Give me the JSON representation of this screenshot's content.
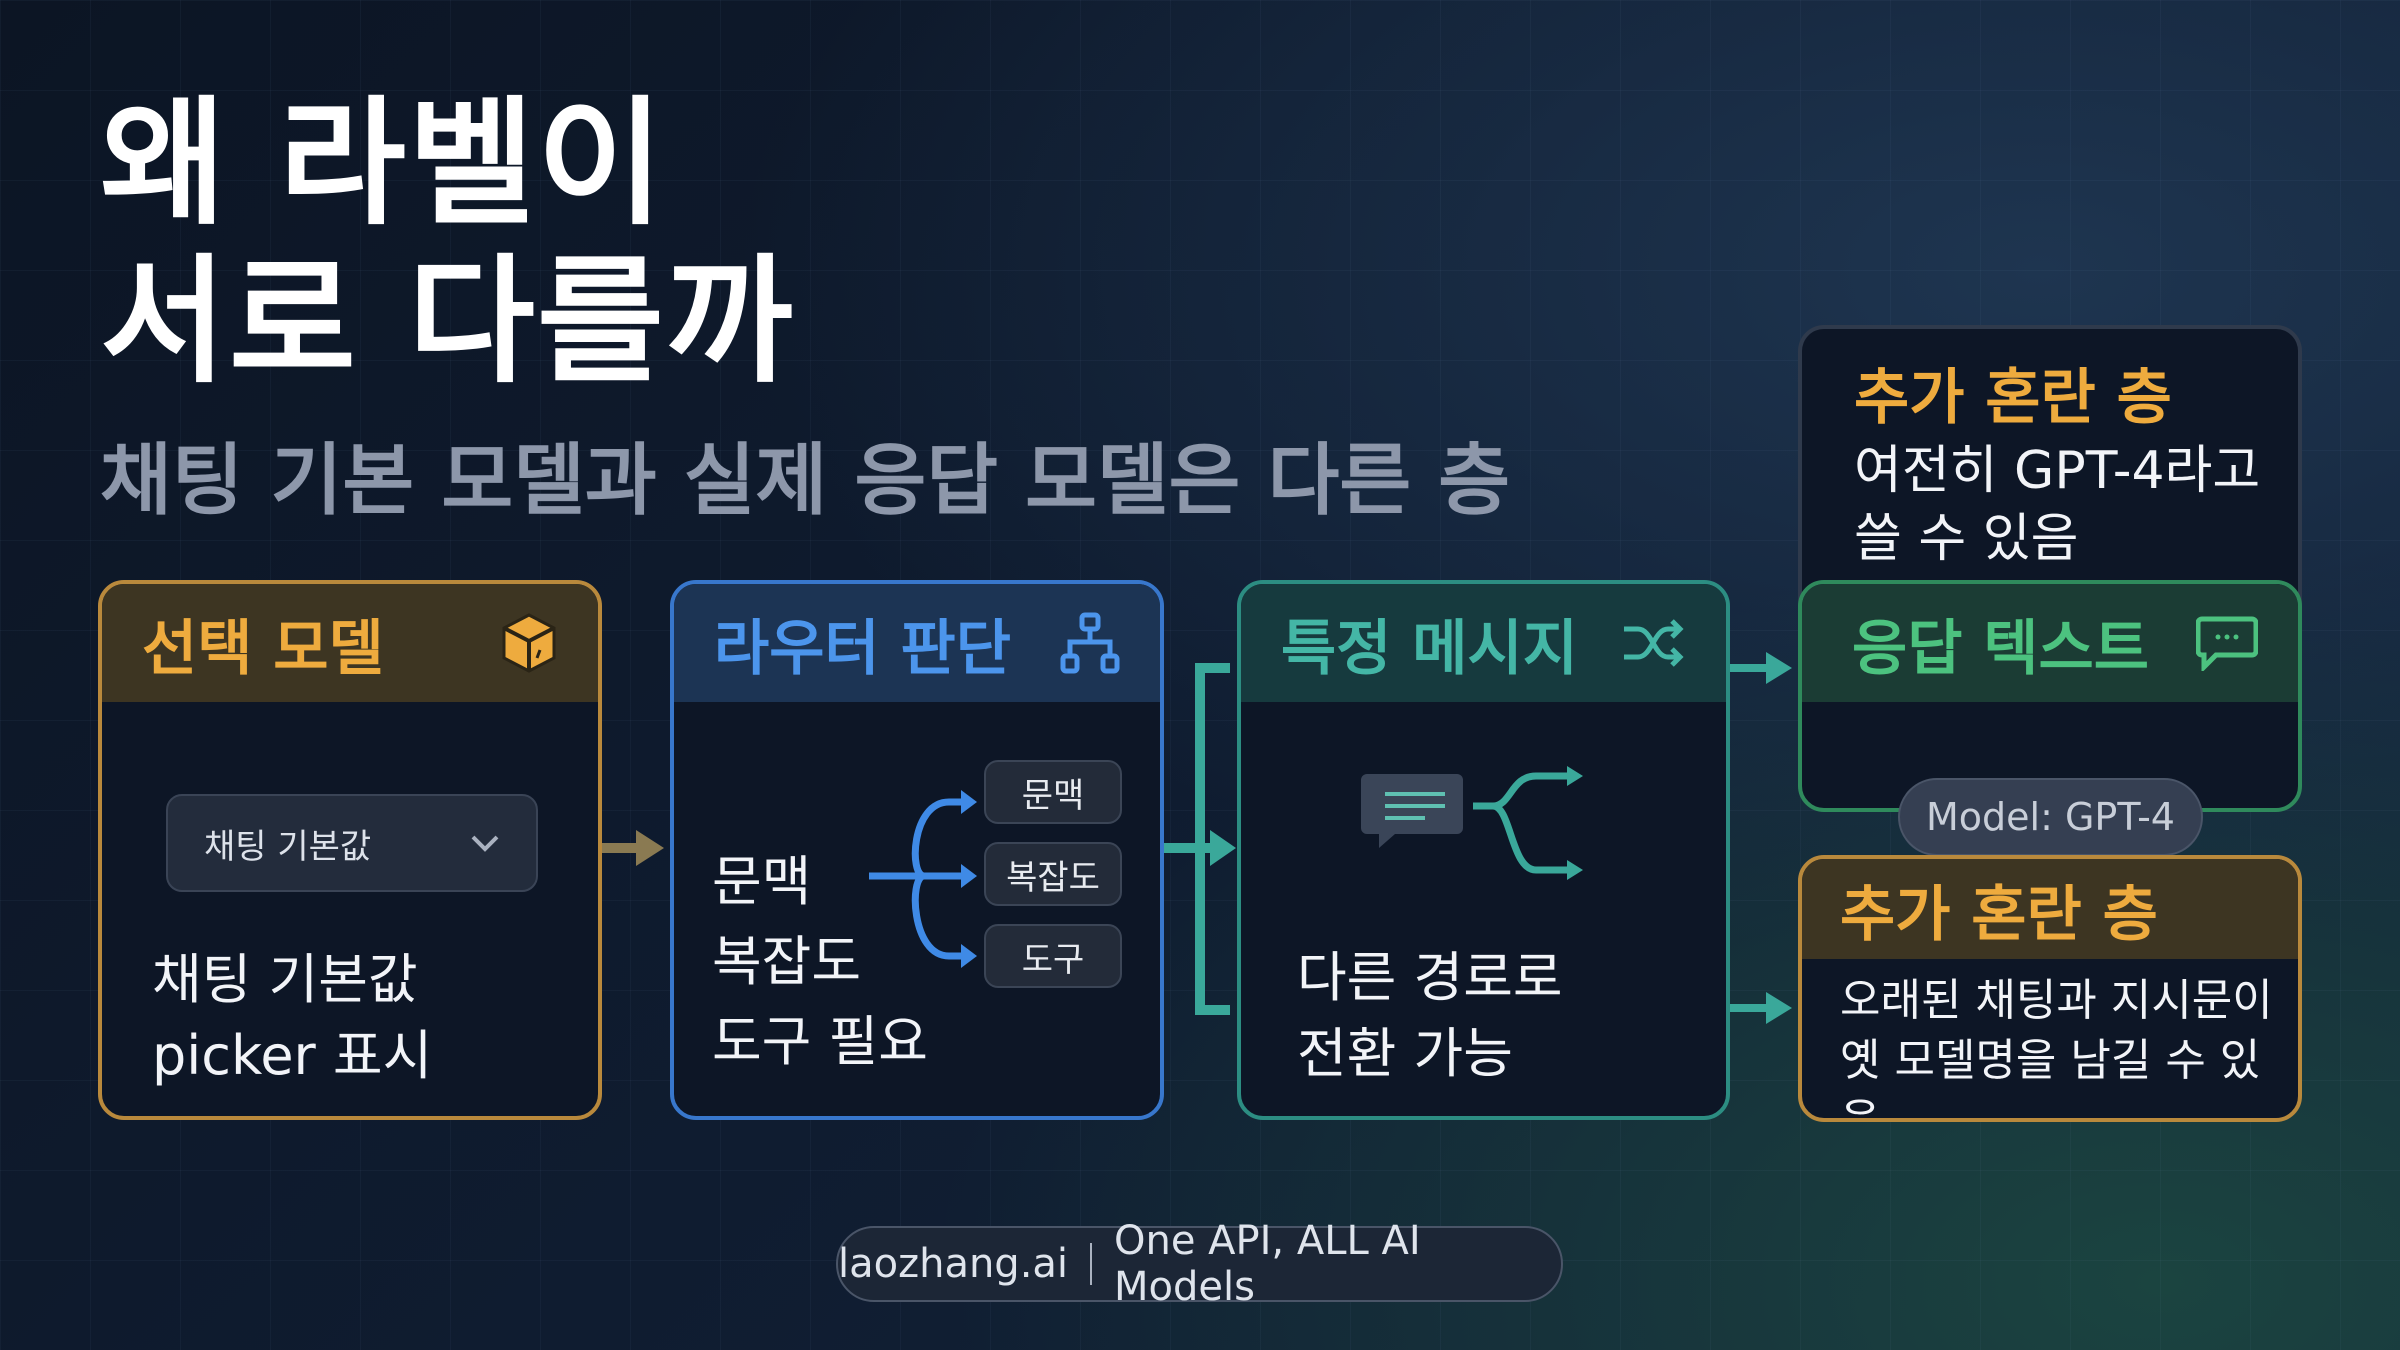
{
  "title": {
    "line1": "왜 라벨이",
    "line2": "서로 다를까"
  },
  "subtitle": "채팅 기본 모델과 실제 응답 모델은 다른 층",
  "colors": {
    "orange": "#e9a83c",
    "blue": "#3f8ae6",
    "teal": "#3aa89a",
    "green": "#4cc27f",
    "gray": "#3a4558"
  },
  "cards": {
    "selected_model": {
      "title": "선택 모델",
      "icon": "cube-icon",
      "dropdown": "채팅 기본값",
      "body": [
        "채팅 기본값",
        "picker 표시"
      ]
    },
    "router": {
      "title": "라우터 판단",
      "icon": "hierarchy-icon",
      "body": [
        "문맥",
        "복잡도",
        "도구 필요"
      ],
      "chips": [
        "문맥",
        "복잡도",
        "도구"
      ]
    },
    "specific_message": {
      "title": "특정 메시지",
      "icon": "shuffle-icon",
      "body": [
        "다른 경로로",
        "전환 가능"
      ]
    },
    "extra_top": {
      "title": "추가 혼란 층",
      "body": [
        "여전히 GPT-4라고",
        "쓸 수 있음"
      ]
    },
    "response_text": {
      "title": "응답 텍스트",
      "icon": "chat-bubble-icon",
      "badge": "Model: GPT-4"
    },
    "extra_bottom": {
      "title": "추가 혼란 층",
      "body": [
        "오래된 채팅과 지시문이",
        "옛 모델명을 남길 수 있음"
      ]
    }
  },
  "footer": {
    "brand": "laozhang.ai",
    "tagline": "One API, ALL AI Models"
  }
}
